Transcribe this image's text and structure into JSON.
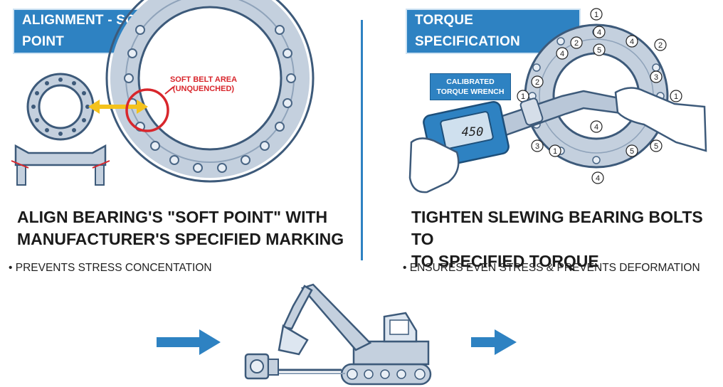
{
  "left_panel": {
    "tag": "ALIGNMENT - SOFT POINT",
    "heading_line1": "ALIGN BEARING'S \"SOFT POINT\" WITH",
    "heading_line2": "MANUFACTURER'S SPECIFIED MARKING",
    "bullet": "• PREVENTS STRESS CONCENTATION",
    "callout_line1": "SOFT BELT AREA",
    "callout_line2": "(UNQUENCHED)"
  },
  "right_panel": {
    "tag": "TORQUE SPECIFICATION",
    "heading_line1": "TIGHTEN SLEWING BEARING BOLTS TO",
    "heading_line2": "TO SPECIFIED TORQUE",
    "bullet": "• ENSURES EVEN STRESS & PREVENTS DEFORMATION",
    "wrench_label_line1": "CALIBRATED",
    "wrench_label_line2": "TORQUE WRENCH",
    "wrench_reading": "450",
    "bolt_sequence_numbers": [
      "1",
      "4",
      "5",
      "2",
      "4",
      "3",
      "1",
      "5",
      "5",
      "4",
      "3",
      "2",
      "4",
      "1",
      "1",
      "4",
      "2"
    ]
  },
  "colors": {
    "accent_blue": "#2e82c2",
    "ring_steel": "#b9c7d8",
    "soft_point_red": "#d8262c",
    "alignment_arrow_yellow": "#f4c21c"
  },
  "icons": [
    "double-arrow-icon",
    "flow-arrow-icon",
    "excavator-icon",
    "torque-wrench-icon"
  ]
}
